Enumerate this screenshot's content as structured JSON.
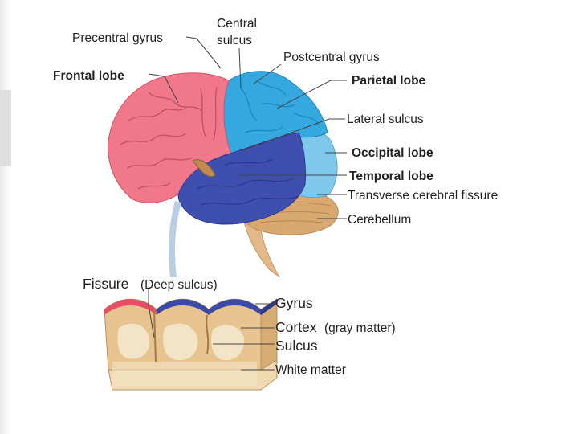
{
  "labels": {
    "precentral_gyrus": "Precentral gyrus",
    "central_sulcus_line1": "Central",
    "central_sulcus_line2": "sulcus",
    "postcentral_gyrus": "Postcentral gyrus",
    "frontal_lobe": "Frontal lobe",
    "parietal_lobe": "Parietal lobe",
    "lateral_sulcus": "Lateral sulcus",
    "occipital_lobe": "Occipital lobe",
    "temporal_lobe": "Temporal lobe",
    "transverse_fissure": "Transverse cerebral fissure",
    "cerebellum": "Cerebellum",
    "fissure": "Fissure",
    "deep_sulcus": "(Deep sulcus)",
    "gyrus": "Gyrus",
    "cortex": "Cortex",
    "gray_matter": "(gray matter)",
    "sulcus": "Sulcus",
    "white_matter": "White matter"
  },
  "colors": {
    "frontal": "#f0788a",
    "parietal": "#35a8e0",
    "occipital": "#7ec8ec",
    "temporal": "#3e4fb0",
    "cerebellum": "#d9a870",
    "brainstem": "#e3b98a",
    "cortex_tan": "#e7c38f",
    "white_matter": "#f3e4c8"
  }
}
